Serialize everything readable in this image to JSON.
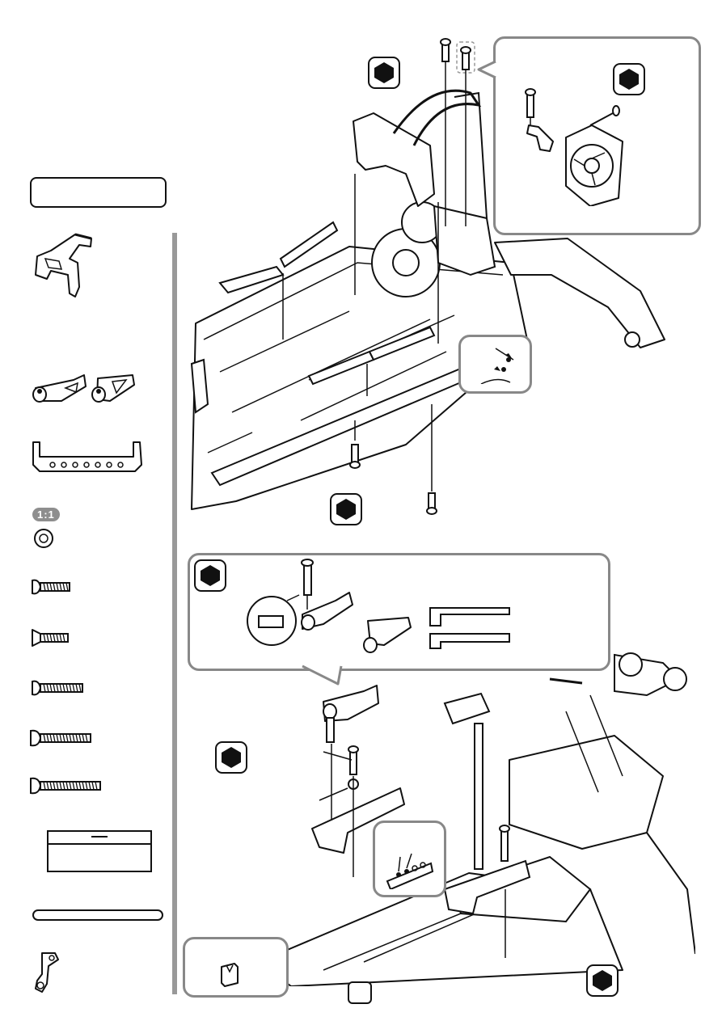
{
  "page": {
    "ratio_label": "1:1",
    "page_number": ""
  },
  "steps": {
    "top": {
      "label": ""
    },
    "fan": {
      "label": ""
    },
    "middle": {
      "label": ""
    },
    "mount": {
      "label": ""
    },
    "bottom_left": {
      "label": ""
    },
    "bottom_right": {
      "label": ""
    }
  },
  "parts_title": "",
  "parts": [
    {
      "name": "fan-mount-bracket-part",
      "qty": ""
    },
    {
      "name": "triangle-brace-parts",
      "qty": ""
    },
    {
      "name": "bumper-brace-part",
      "qty": ""
    },
    {
      "name": "washer-part",
      "qty": ""
    },
    {
      "name": "button-head-screw-short",
      "qty": ""
    },
    {
      "name": "flat-head-screw",
      "qty": ""
    },
    {
      "name": "button-head-screw-medium",
      "qty": ""
    },
    {
      "name": "button-head-screw-long",
      "qty": ""
    },
    {
      "name": "button-head-screw-xlong",
      "qty": ""
    },
    {
      "name": "spec-table",
      "qty": ""
    },
    {
      "name": "rod-part",
      "qty": ""
    },
    {
      "name": "clamp-part",
      "qty": ""
    }
  ],
  "icons": [
    "hexagon-icon"
  ]
}
